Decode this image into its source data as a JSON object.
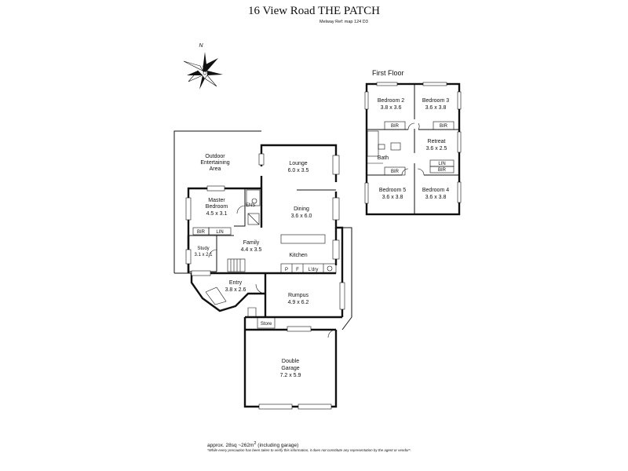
{
  "header": {
    "title": "16 View Road THE PATCH",
    "melway": "Melway Ref: map 124  D3"
  },
  "compass": {
    "north_label": "N"
  },
  "first_floor": {
    "label": "First Floor",
    "rooms": {
      "bedroom2": {
        "name": "Bedroom 2",
        "size": "3.8 x 3.6"
      },
      "bedroom3": {
        "name": "Bedroom 3",
        "size": "3.6 x 3.8"
      },
      "retreat": {
        "name": "Retreat",
        "size": "3.6 x 2.5"
      },
      "bedroom5": {
        "name": "Bedroom 5",
        "size": "3.6 x 3.8"
      },
      "bedroom4": {
        "name": "Bedroom 4",
        "size": "3.6 x 3.8"
      },
      "bath": "Bath",
      "bir_a": "BIR",
      "bir_b": "BIR",
      "bir_c": "BIR",
      "bir_d": "BIR",
      "lin": "LIN"
    }
  },
  "ground_floor": {
    "outdoor": {
      "line1": "Outdoor",
      "line2": "Entertaining",
      "line3": "Area"
    },
    "lounge": {
      "name": "Lounge",
      "size": "6.0 x 3.5"
    },
    "master": {
      "line1": "Master",
      "line2": "Bedroom",
      "size": "4.5 x 3.1"
    },
    "ens": "ENS",
    "dining": {
      "name": "Dining",
      "size": "3.6 x 6.0"
    },
    "bir": "BIR",
    "lin": "LIN",
    "family": {
      "name": "Family",
      "size": "4.4 x 3.5"
    },
    "study": {
      "name": "Study",
      "size": "3.1 x 2.1"
    },
    "kitchen": "Kitchen",
    "pantry": "P",
    "fridge": "F",
    "laundry": "L'dry",
    "entry": {
      "name": "Entry",
      "size": "3.8 x 2.6"
    },
    "rumpus": {
      "name": "Rumpus",
      "size": "4.9 x 6.2"
    },
    "store": "Store",
    "garage": {
      "line1": "Double",
      "line2": "Garage",
      "size": "7.2 x 5.9"
    }
  },
  "footer": {
    "area_prefix": "approx. 28sq ~262m",
    "area_sup": "2",
    "area_suffix": " (including garage)",
    "disclaimer": "*While every precaution has been taken to verify this information, it does not constitute any representation by the agent or vendor*."
  }
}
